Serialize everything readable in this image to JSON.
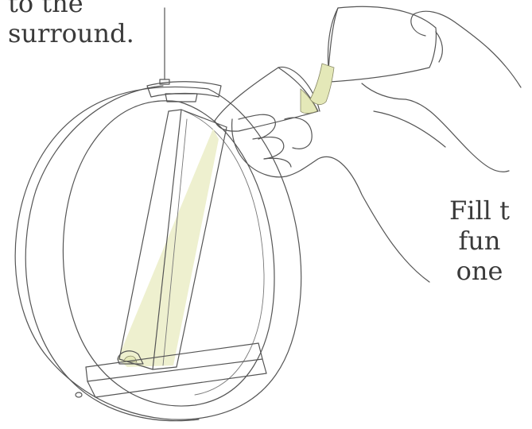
{
  "captions": {
    "top_lines": [
      "to the",
      "surround."
    ],
    "right_lines": [
      "Fill t",
      "fun",
      "one"
    ]
  }
}
